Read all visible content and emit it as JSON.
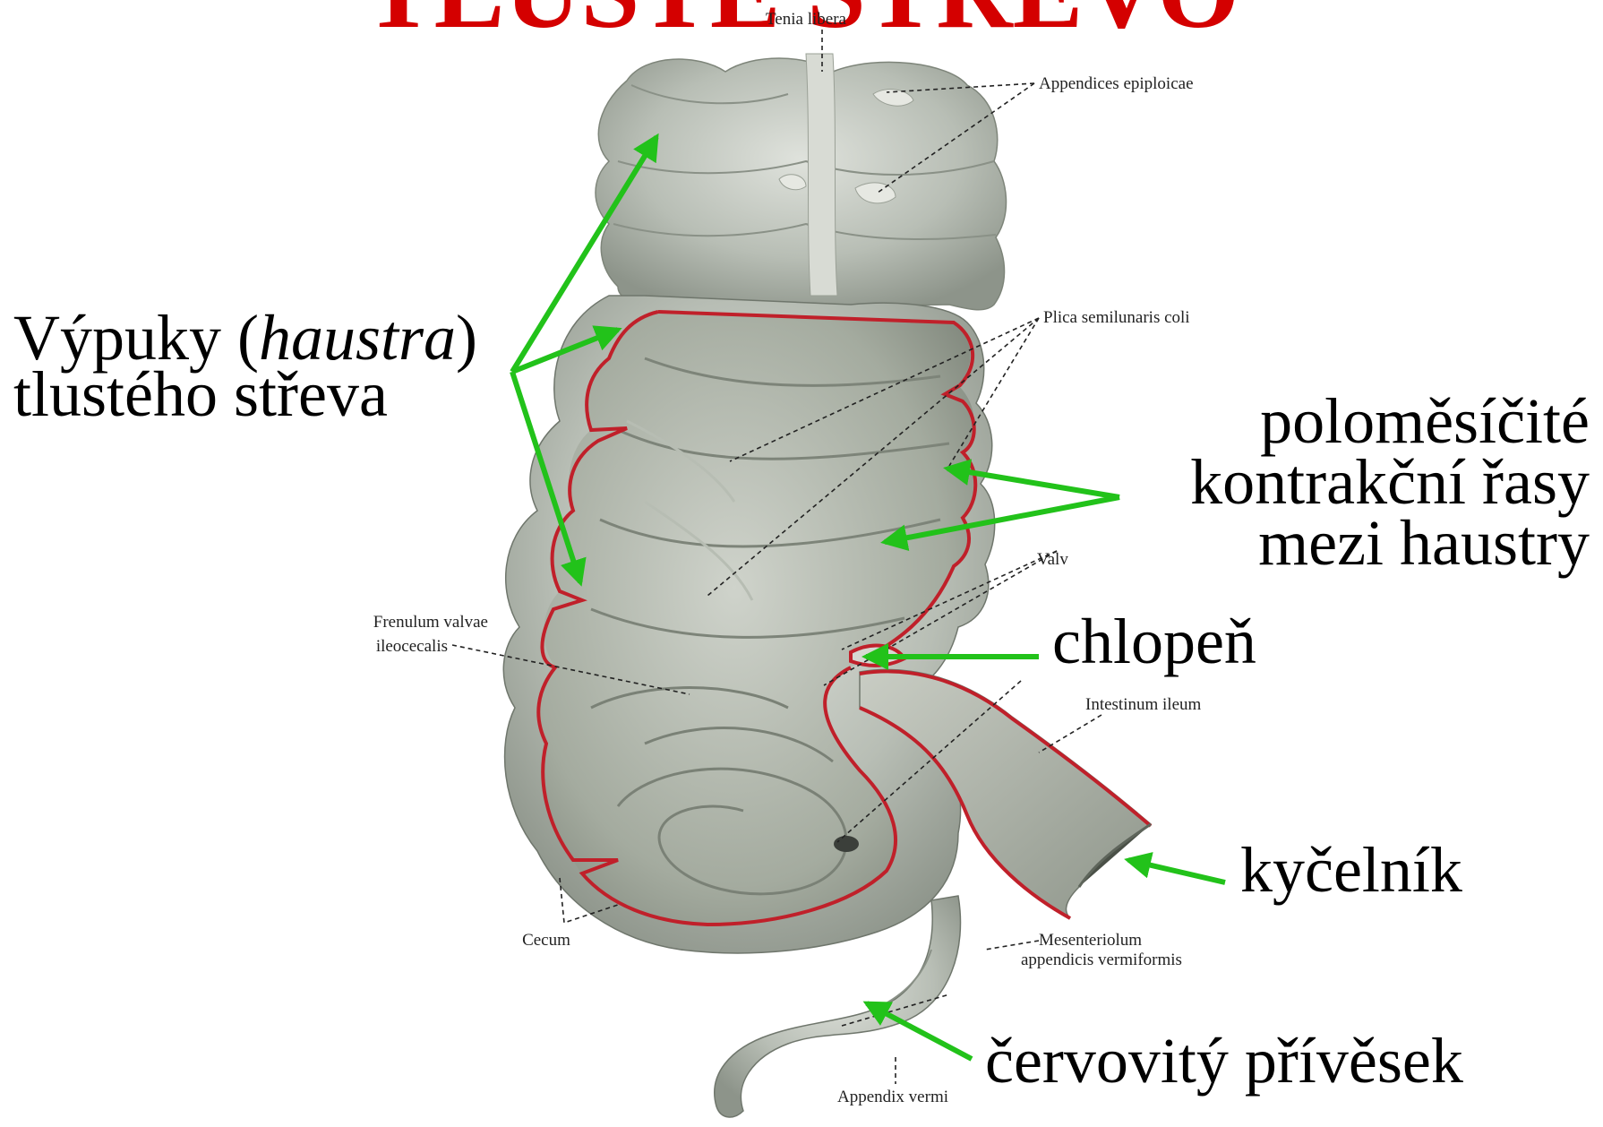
{
  "title": "TLUSTÉ STŘEVO",
  "latin_labels": {
    "tenia_libera": "Tenia libera",
    "appendices_epiploicae": "Appendices epiploicae",
    "plica_semilunaris": "Plica semilunaris coli",
    "valv": "Valv",
    "frenulum_1": "Frenulum valvae",
    "frenulum_2": "ileocecalis",
    "intestinum_ileum": "Intestinum ileum",
    "cecum": "Cecum",
    "mesenteriolum_1": "Mesenteriolum",
    "mesenteriolum_2": "appendicis vermiformis",
    "appendix_vermi": "Appendix vermi"
  },
  "czech_labels": {
    "haustra_pre": "Výpuky (",
    "haustra_italic": "haustra",
    "haustra_post": ")",
    "haustra_line2": "tlustého střeva",
    "folds_line1": "poloměsíčité",
    "folds_line2": "kontrakční řasy",
    "folds_line3": "mezi haustry",
    "valve": "chlopeň",
    "ileum": "kyčelník",
    "appendix": "červovitý přívěsek"
  },
  "colors": {
    "title": "#d40000",
    "arrows": "#22c21a",
    "colon_wall": "#c0202a",
    "colon_fill": "#b9bfb6"
  }
}
